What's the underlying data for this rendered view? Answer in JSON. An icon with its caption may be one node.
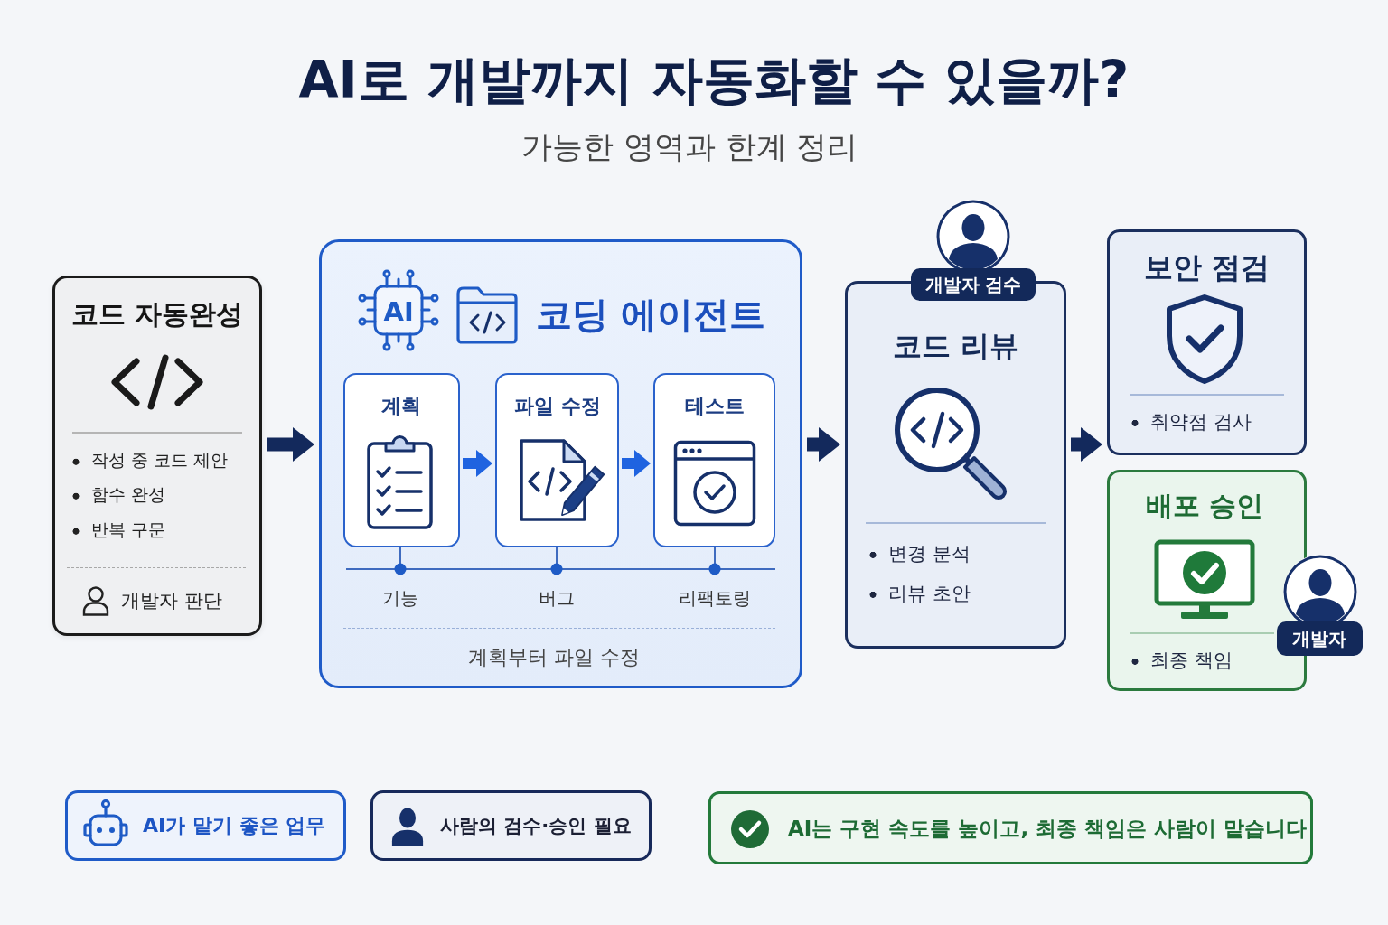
{
  "diagram": {
    "title": "AI로 개발까지 자동화할 수 있을까?",
    "nodes": [
      {
        "text": [
          "코드 자동완성",
          "작성 중 코드 제안",
          "함수 완성",
          "반복 구문",
          "개발자 판단"
        ]
      },
      {
        "text": [
          "AI",
          "코딩 에이전트",
          "기능",
          "버그",
          "리팩토링",
          "계획부터 파일 수정"
        ]
      },
      {
        "text": [
          "계획"
        ],
        "in": 1
      },
      {
        "text": [
          "파일 수정"
        ],
        "in": 1
      },
      {
        "text": [
          "테스트"
        ],
        "in": 1
      },
      {
        "text": [
          "개발자 검수"
        ]
      },
      {
        "text": [
          "코드 리뷰",
          "변경 분석",
          "리뷰 초안"
        ]
      },
      {
        "text": [
          "보안 점검",
          "취약점 검사"
        ]
      },
      {
        "text": [
          "배포 승인",
          "최종 책임"
        ]
      },
      {
        "text": [
          "개발자"
        ]
      }
    ],
    "edges": [
      {
        "from": 0,
        "to": 1,
        "arrow": "to"
      },
      {
        "from": 2,
        "to": 3,
        "arrow": "to",
        "color": "#1f63e0"
      },
      {
        "from": 3,
        "to": 4,
        "arrow": "to",
        "color": "#1f63e0"
      },
      {
        "from": 1,
        "to": 6,
        "arrow": "to"
      },
      {
        "from": 6,
        "to": 7,
        "arrow": "to"
      }
    ],
    "labels": [
      "가능한 영역과 한계 정리",
      "AI는 구현 속도를 높이고, 최종 책임은 사람이 맡습니다"
    ],
    "legend": [
      {
        "text": "AI가 맡기 좋은 업무"
      },
      {
        "text": "사람의 검수·승인 필요"
      }
    ]
  }
}
